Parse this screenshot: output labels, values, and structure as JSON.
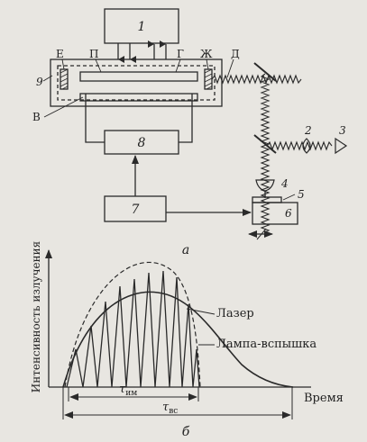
{
  "diagram_a": {
    "caption": "а",
    "labels": {
      "block1": "1",
      "block7": "7",
      "block8": "8",
      "E": "Е",
      "P": "П",
      "G": "Г",
      "Zh": "Ж",
      "D": "Д",
      "n9": "9",
      "V": "В",
      "n2": "2",
      "n3": "3",
      "n4": "4",
      "n5": "5",
      "n6": "6"
    }
  },
  "diagram_b": {
    "caption": "б",
    "y_axis_label": "Интенсивность излучения",
    "x_axis_label": "Время",
    "label_laser": "Лазер",
    "label_lamp": "Лампа-вспышка",
    "tau_im": "τ",
    "tau_im_sub": "им",
    "tau_vs": "τ",
    "tau_vs_sub": "вс"
  },
  "colors": {
    "line": "#2a2a2a",
    "background": "#e8e6e1"
  }
}
